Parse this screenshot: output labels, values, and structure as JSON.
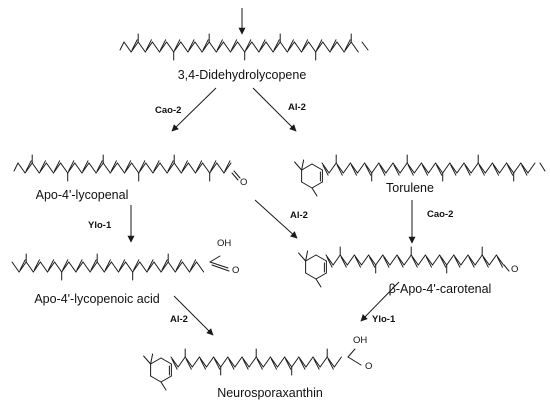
{
  "compounds": {
    "didehydrolycopene": "3,4-Didehydrolycopene",
    "apo_lycopenal": "Apo-4'-lycopenal",
    "torulene": "Torulene",
    "apo_lycopenoic_acid": "Apo-4'-lycopenoic acid",
    "beta_apo_carotenal": "β-Apo-4'-carotenal",
    "neurosporaxanthin": "Neurosporaxanthin"
  },
  "enzymes": {
    "cao2_a": "Cao-2",
    "al2_a": "Al-2",
    "ylo1_a": "Ylo-1",
    "al2_b": "Al-2",
    "cao2_b": "Cao-2",
    "al2_c": "Al-2",
    "ylo1_b": "Ylo-1"
  },
  "atoms": {
    "aldehyde_o_1": "O",
    "acid_oh_1": "OH",
    "acid_o_1": "O",
    "aldehyde_o_2": "O",
    "acid_oh_2": "OH",
    "acid_o_2": "O"
  },
  "colors": {
    "ink": "#1a1a1a",
    "background": "#ffffff"
  }
}
